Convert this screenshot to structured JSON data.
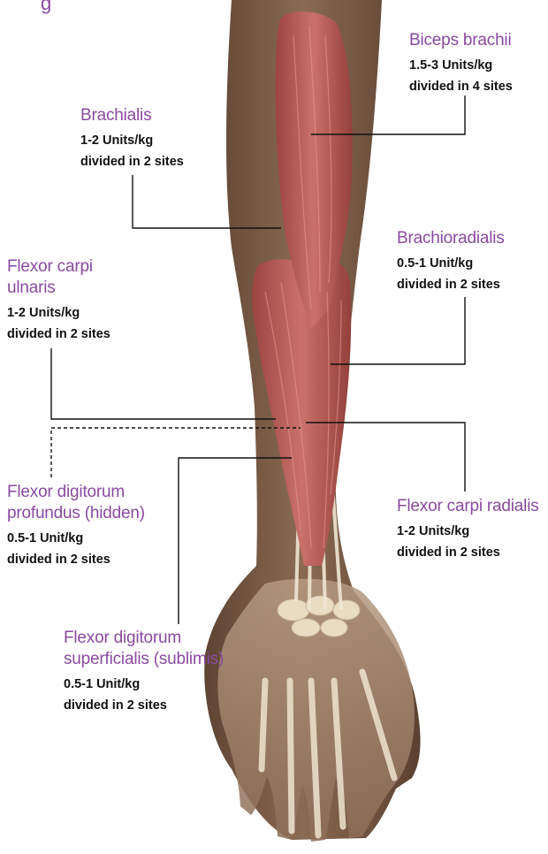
{
  "title_fragment": "g",
  "colors": {
    "label": "#8a4a9f",
    "dose_text": "#111111",
    "skin": "#7a5a44",
    "muscle": "#b85a54",
    "tendon": "#e8dcc3",
    "leader": "#111111"
  },
  "labels": [
    {
      "id": "biceps",
      "name": "Biceps brachii",
      "dose": "1.5-3 Units/kg",
      "sites": "divided in 4 sites"
    },
    {
      "id": "brachialis",
      "name": "Brachialis",
      "dose": "1-2 Units/kg",
      "sites": "divided in 2 sites"
    },
    {
      "id": "brachioradialis",
      "name": "Brachioradialis",
      "dose": "0.5-1 Unit/kg",
      "sites": "divided in 2 sites"
    },
    {
      "id": "fcu",
      "name_line1": "Flexor carpi",
      "name_line2": "ulnaris",
      "dose": "1-2 Units/kg",
      "sites": "divided in 2 sites"
    },
    {
      "id": "fdp",
      "name_line1": "Flexor digitorum",
      "name_line2": "profundus (hidden)",
      "dose": "0.5-1 Unit/kg",
      "sites": "divided in 2 sites"
    },
    {
      "id": "fcr",
      "name": "Flexor carpi radialis",
      "dose": "1-2 Units/kg",
      "sites": "divided in 2 sites"
    },
    {
      "id": "fds",
      "name_line1": "Flexor digitorum",
      "name_line2": "superficialis (sublimis)",
      "dose": "0.5-1 Unit/kg",
      "sites": "divided in 2 sites"
    }
  ]
}
